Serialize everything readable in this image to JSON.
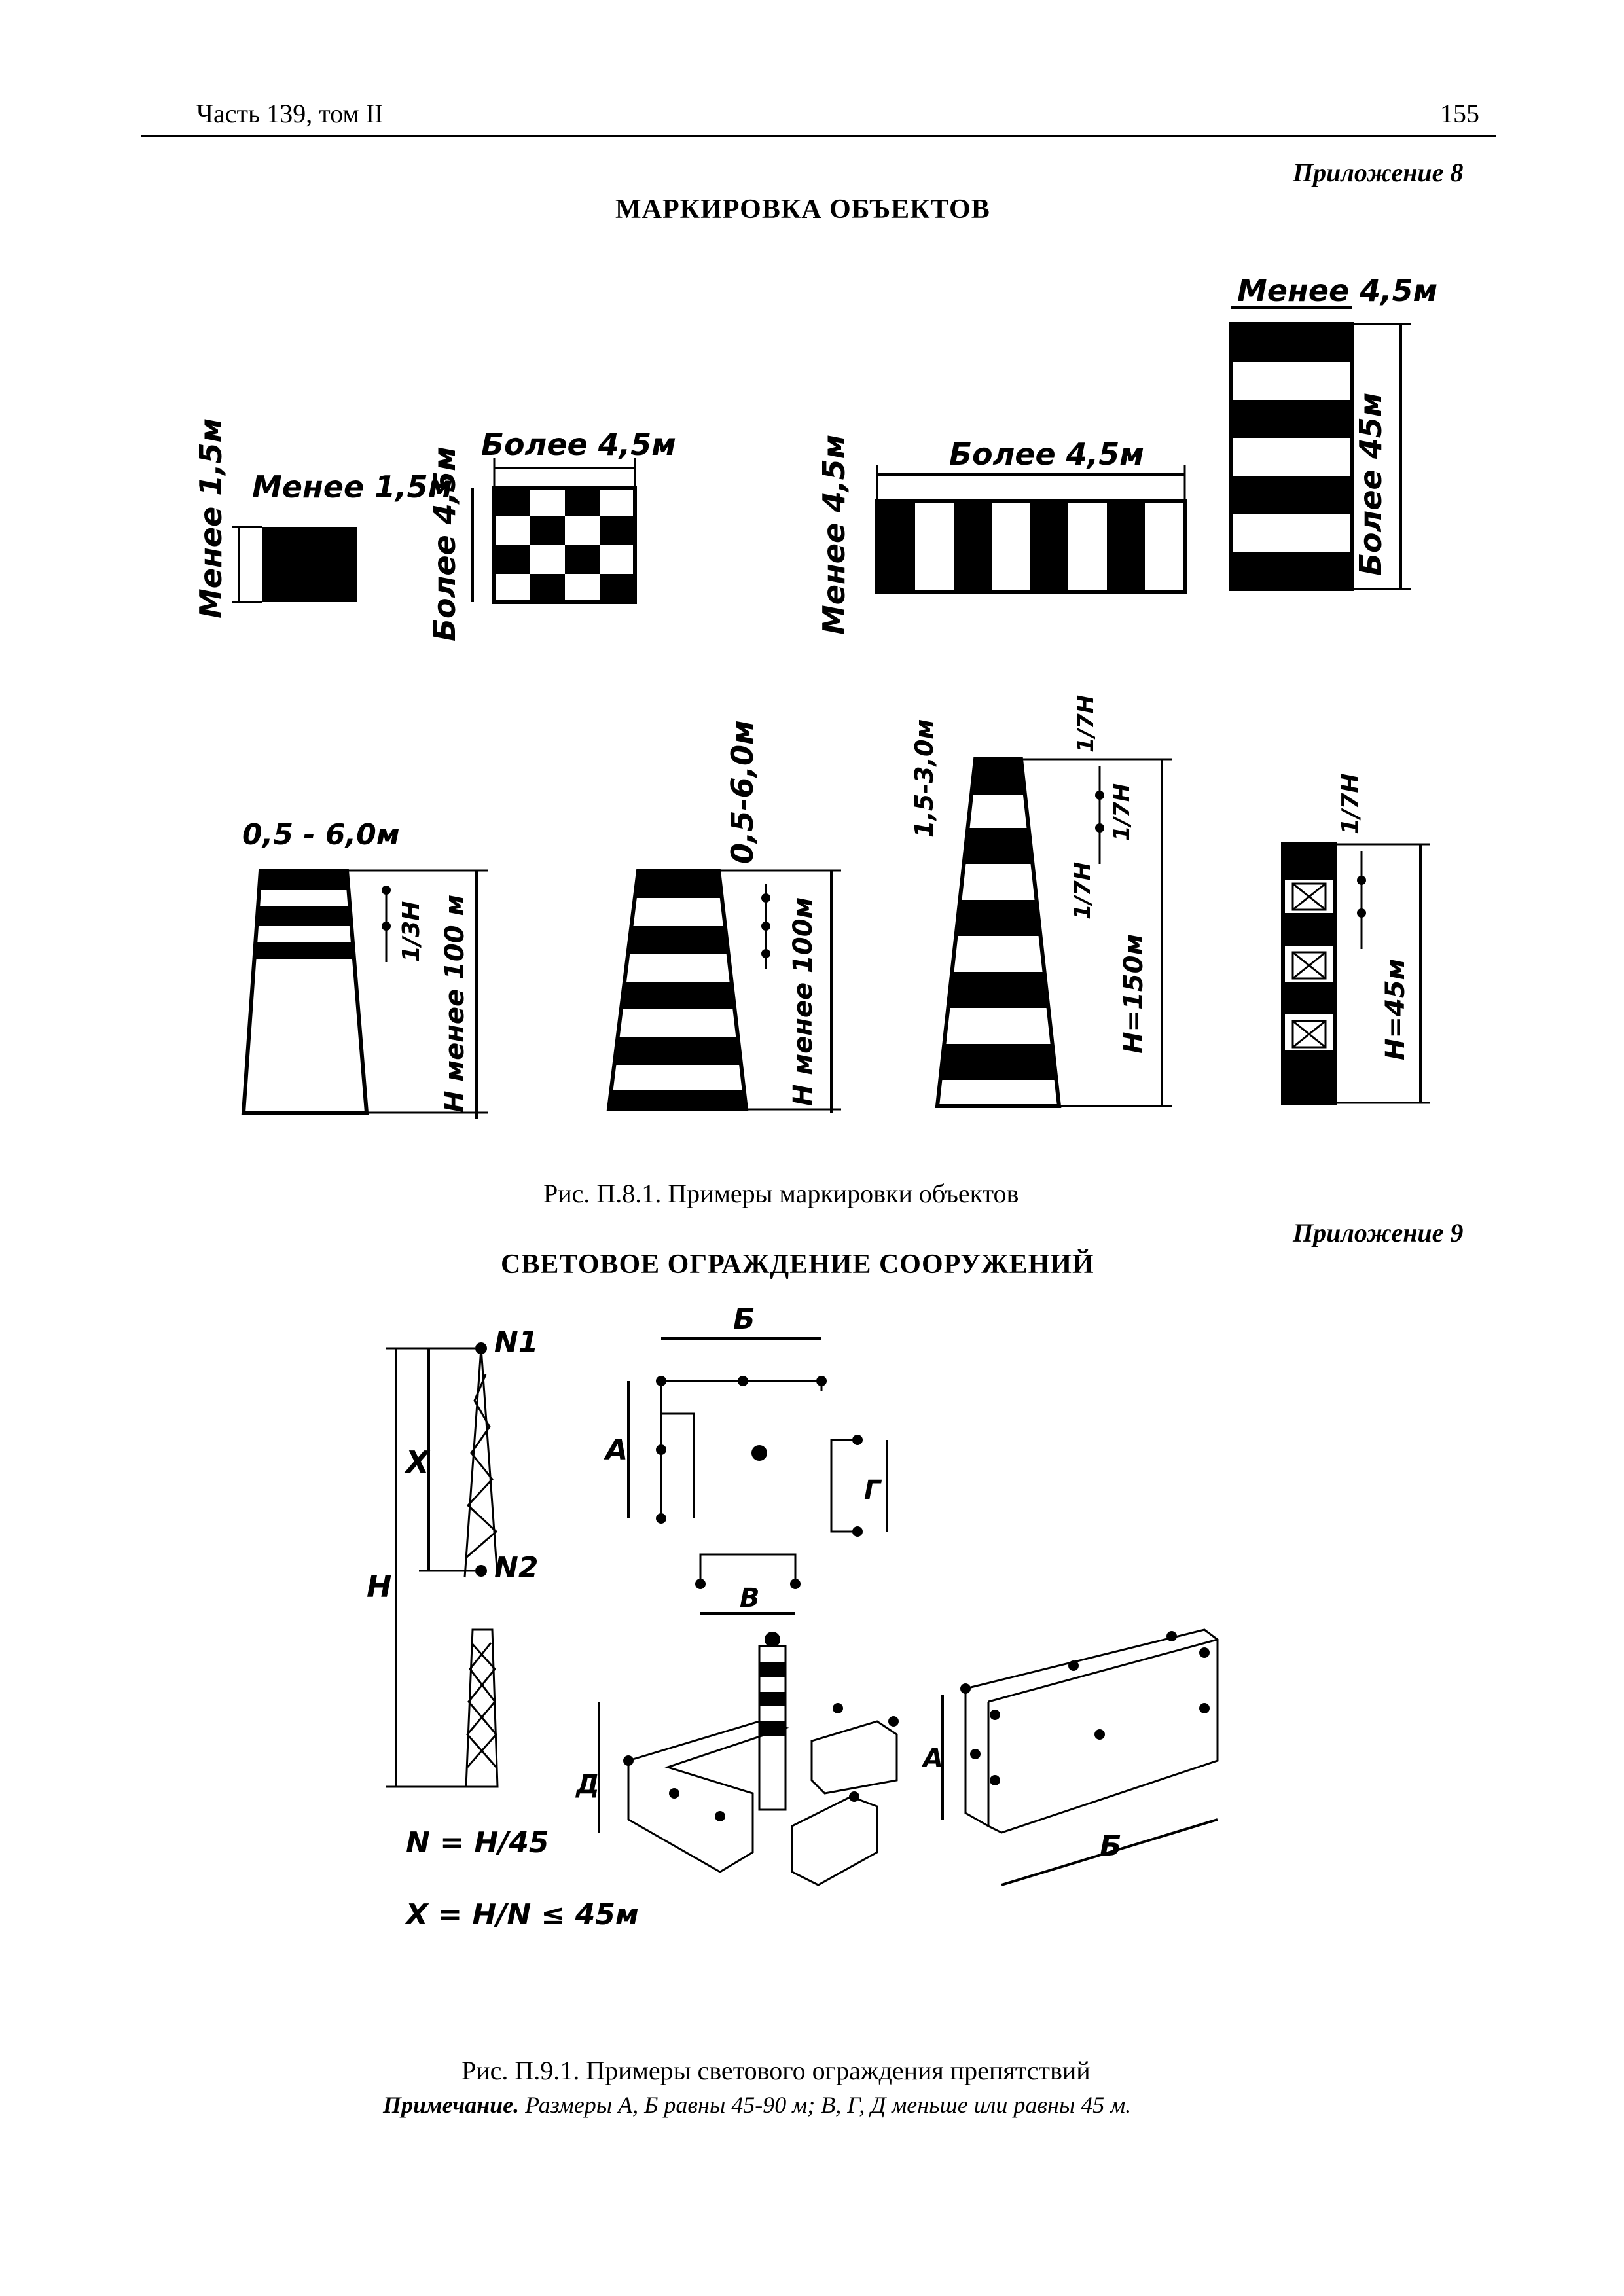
{
  "header": {
    "left": "Часть 139, том II",
    "page_number": "155"
  },
  "appendix8": {
    "label": "Приложение 8",
    "title": "МАРКИРОВКА  ОБЪЕКТОВ",
    "figure_labels": {
      "less_1_5": "Менее 1,5м",
      "more_4_5": "Более 4,5м",
      "more_4_5_v": "Более 4,5м",
      "less_4_5": "Менее 4,5м",
      "more_45": "Более 45м",
      "r05_6": "0,5 - 6,0м",
      "r05_6b": "0,5-6,0м",
      "r15_3": "1,5-3,0м",
      "third_h": "1/3Н",
      "h_less_100": "Н менее 100 м",
      "h_less_100b": "Н менее 100м",
      "seventh_h": "1/7Н",
      "h150": "Н=150м",
      "h45": "Н=45м"
    },
    "caption": "Рис. П.8.1. Примеры маркировки объектов"
  },
  "appendix9": {
    "label": "Приложение 9",
    "title": "СВЕТОВОЕ ОГРАЖДЕНИЕ СООРУЖЕНИЙ",
    "figure_labels": {
      "n1": "N1",
      "n2": "N2",
      "x": "X",
      "h": "H",
      "a": "А",
      "b": "Б",
      "v": "В",
      "g": "Г",
      "d": "Д",
      "formula_n": "N = H/45",
      "formula_x": "X = H/N ≤ 45м"
    },
    "caption": "Рис. П.9.1. Примеры светового ограждения препятствий",
    "note_label": "Примечание.",
    "note_text": " Размеры А, Б равны 45-90 м; В, Г, Д меньше или равны 45 м."
  }
}
